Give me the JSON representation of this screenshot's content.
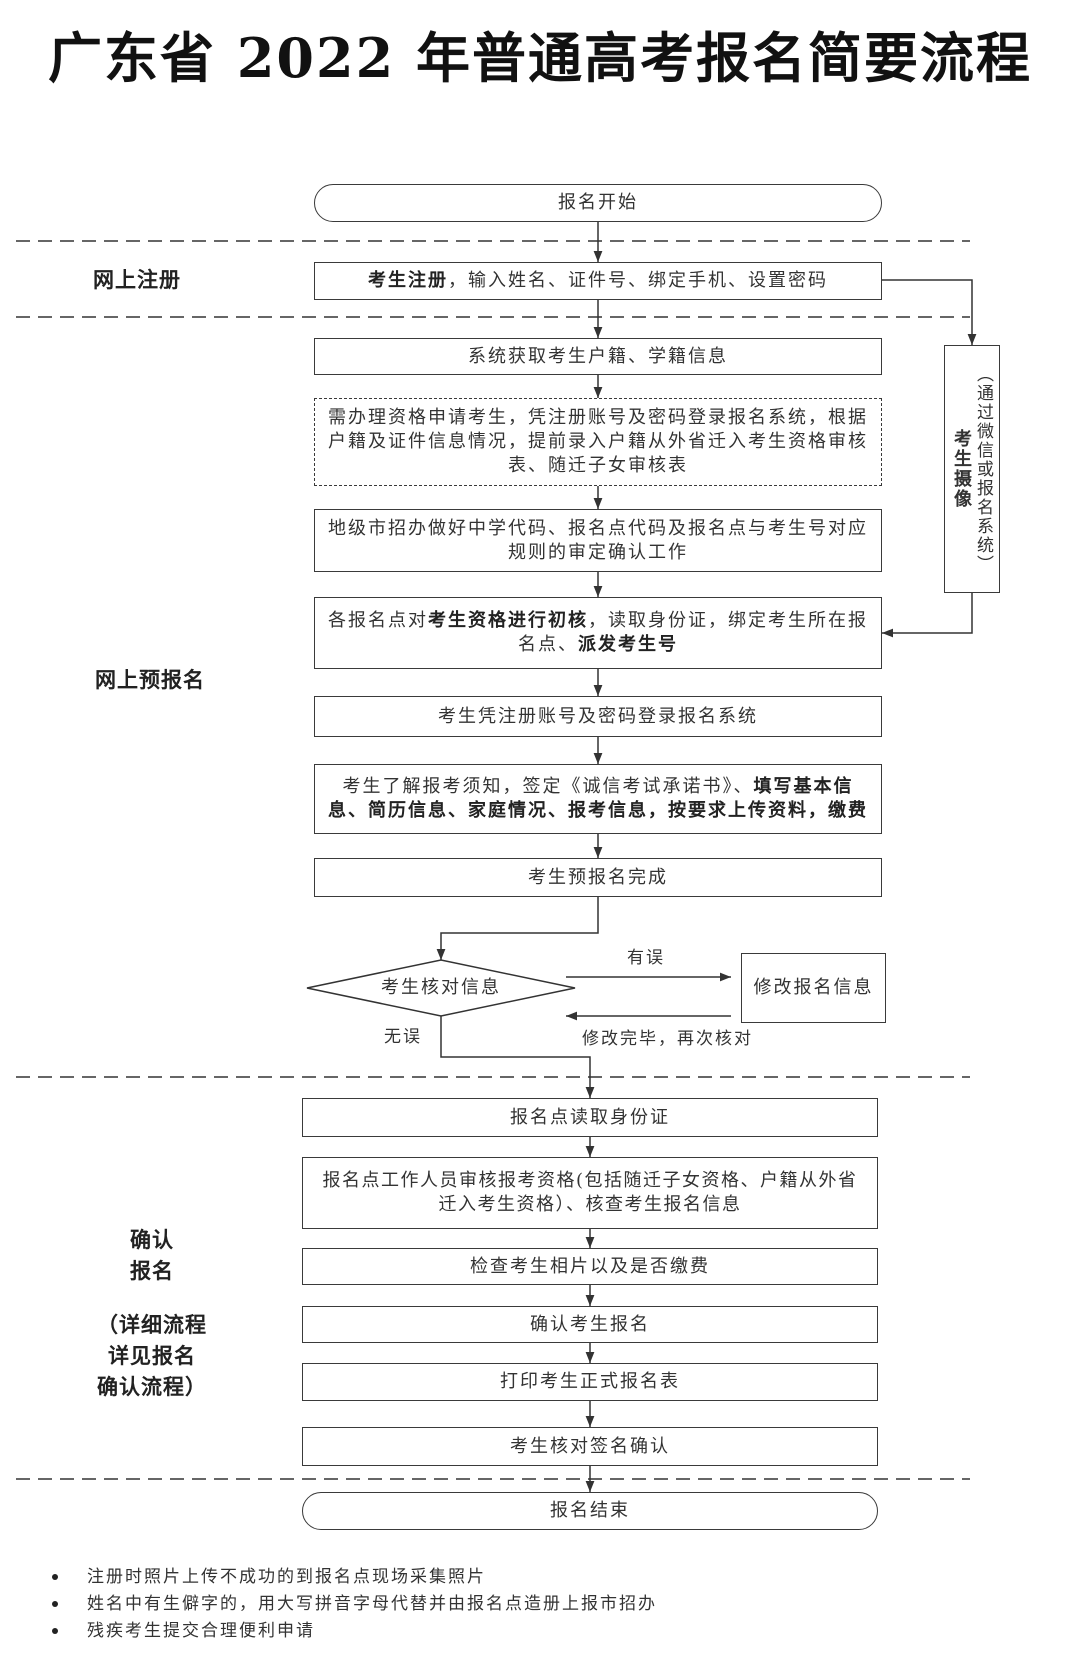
{
  "title": "广东省 2022 年普通高考报名简要流程",
  "flowchart": {
    "start": "报名开始",
    "end": "报名结束",
    "sections": {
      "online_registration": "网上注册",
      "online_pre_registration": "网上预报名",
      "confirm_registration": [
        "确认",
        "报名"
      ],
      "confirm_detail": [
        "（详细流程",
        "详见报名",
        "确认流程）"
      ]
    },
    "steps": {
      "register": [
        "考生注册",
        "，输入姓名、证件号、绑定手机、设置密码"
      ],
      "fetch_records": "系统获取考生户籍、学籍信息",
      "qualification_apply": "需办理资格申请考生，凭注册账号及密码登录报名系统，根据户籍及证件信息情况，提前录入户籍从外省迁入考生资格审核表、随迁子女审核表",
      "code_rules": "地级市招办做好中学代码、报名点代码及报名点与考生号对应规则的审定确认工作",
      "initial_check": [
        "各报名点对",
        "考生资格进行初核",
        "，读取身份证，绑定考生所在报名点、",
        "派发考生号"
      ],
      "login": "考生凭注册账号及密码登录报名系统",
      "fill_info": [
        "考生了解报考须知，签定《诚信考试承诺书》、",
        "填写基本信息、简历信息、家庭情况、报考信息，按要求上传资料，缴费"
      ],
      "pre_registration_done": "考生预报名完成",
      "photo_capture": [
        "（通过微信或报名系统）",
        "考生摄像"
      ],
      "verify_info": "考生核对信息",
      "modify_info": "修改报名信息",
      "read_id": "报名点读取身份证",
      "review_qualification": "报名点工作人员审核报考资格(包括随迁子女资格、户籍从外省迁入考生资格）、核查考生报名信息",
      "check_photo_fee": "检查考生相片以及是否缴费",
      "confirm": "确认考生报名",
      "print_form": "打印考生正式报名表",
      "sign_confirm": "考生核对签名确认"
    },
    "branch_labels": {
      "error": "有误",
      "no_error": "无误",
      "recheck": "修改完毕，再次核对"
    }
  },
  "notes": [
    "注册时照片上传不成功的到报名点现场采集照片",
    "姓名中有生僻字的，用大写拼音字母代替并由报名点造册上报市招办",
    "残疾考生提交合理便利申请"
  ]
}
